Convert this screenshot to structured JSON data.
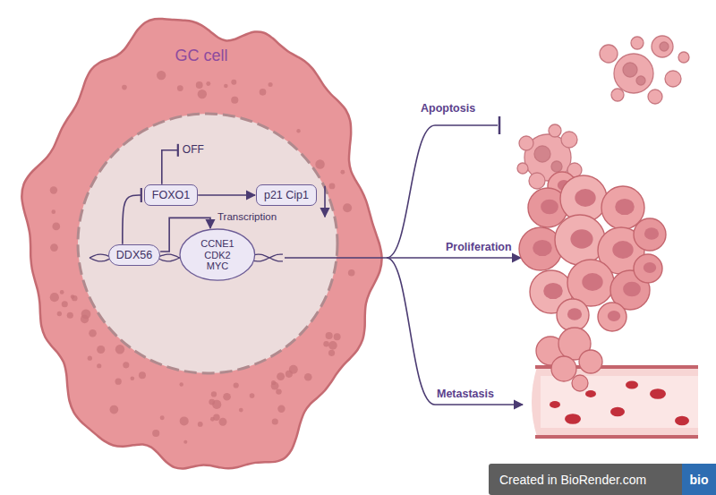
{
  "diagram": {
    "nodes": [
      {
        "text": [
          "GC cell"
        ]
      },
      {
        "text": [
          "FOXO1"
        ],
        "in": 0
      },
      {
        "text": [
          "p21 Cip1"
        ],
        "in": 0
      },
      {
        "text": [
          "DDX56"
        ],
        "in": 0
      },
      {
        "text": [
          "CCNE1 CDK2 MYC"
        ],
        "in": 0
      }
    ],
    "edges": [
      {
        "from": 3,
        "to": 1,
        "arrow": "to"
      },
      {
        "from": 1,
        "to": 2,
        "arrow": "to"
      },
      {
        "from": 3,
        "to": 4,
        "label": "Transcription",
        "arrow": "to"
      }
    ],
    "labels": [
      "OFF",
      "Apoptosis",
      "Proliferation",
      "Metastasis",
      "Created in BioRender.com",
      "bio"
    ]
  }
}
